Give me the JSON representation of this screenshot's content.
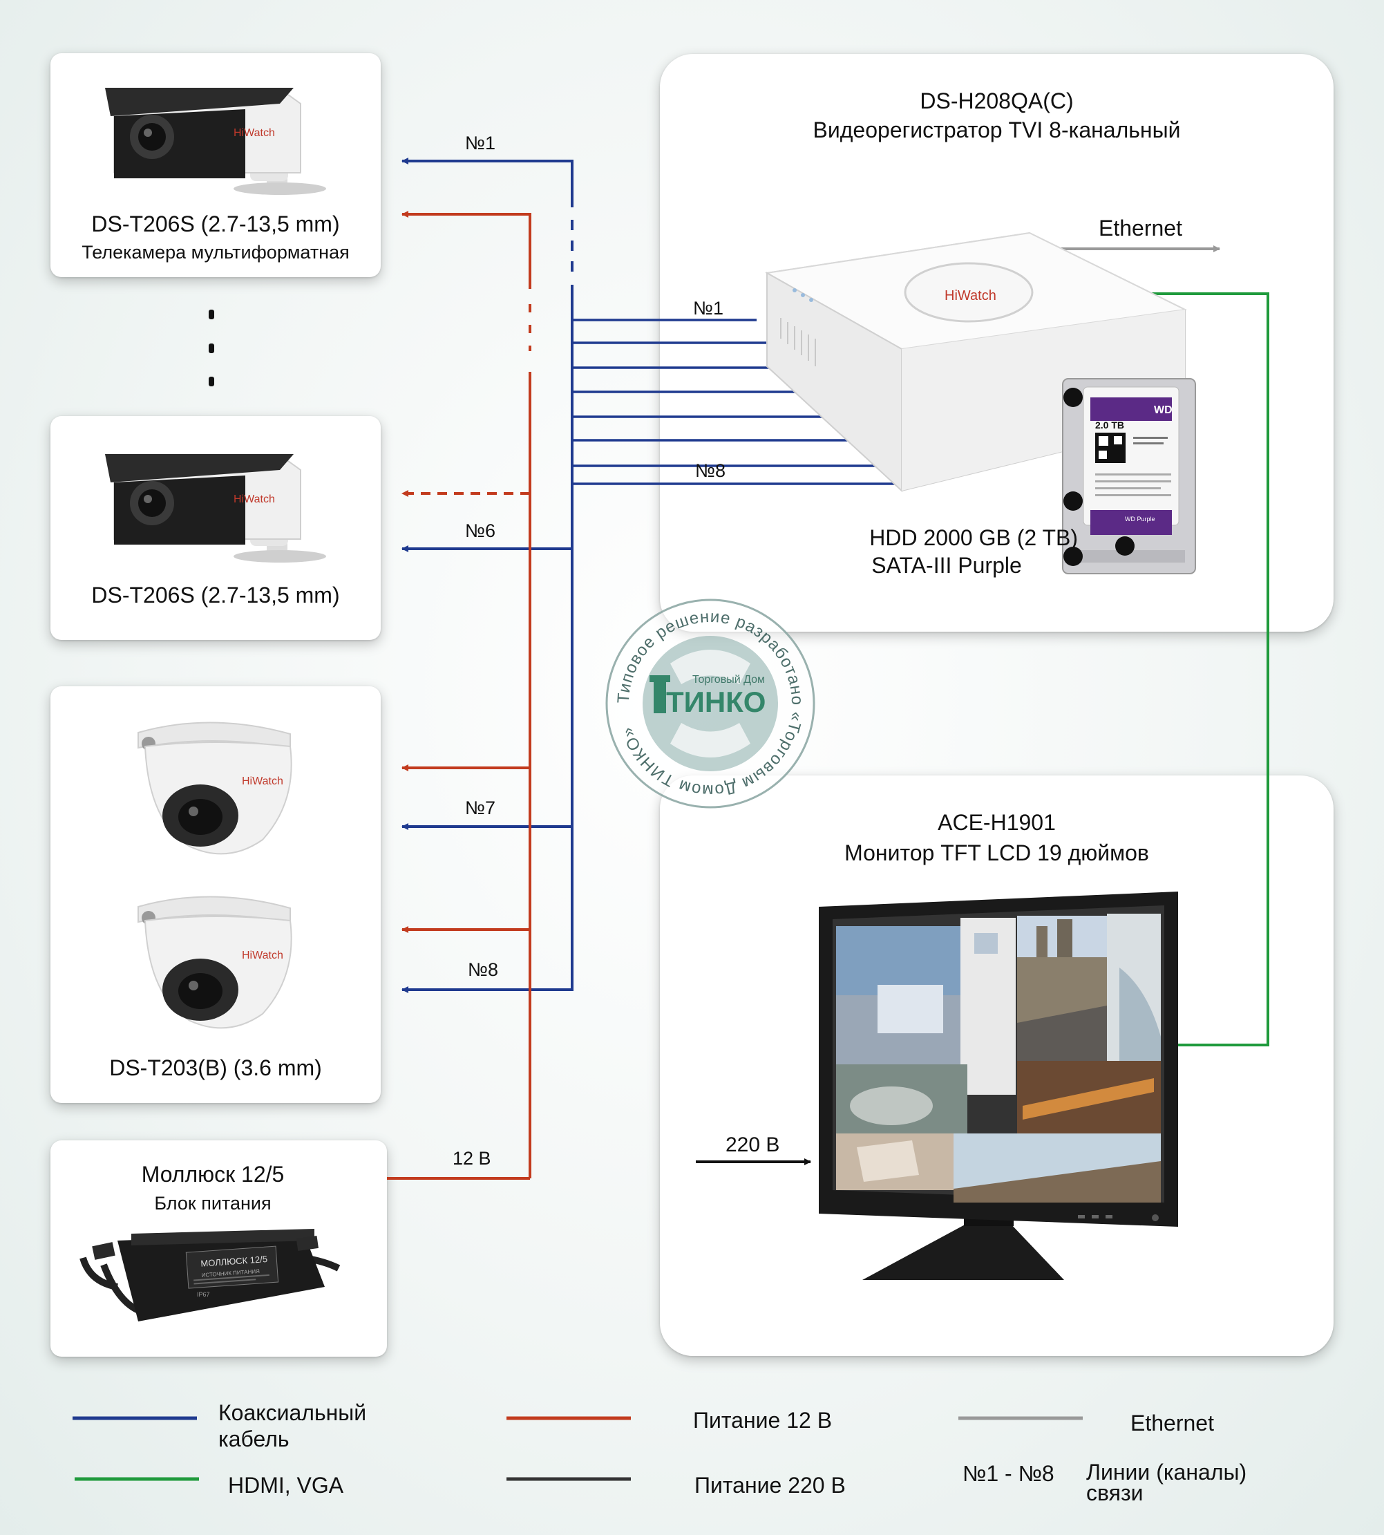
{
  "cameras": [
    {
      "model": "DS-T206S (2.7-13,5 mm)",
      "desc": "Телекамера мультиформатная",
      "brand": "HiWatch"
    },
    {
      "model": "DS-T206S (2.7-13,5 mm)",
      "brand": "HiWatch"
    },
    {
      "model": "DS-T203(B) (3.6 mm)",
      "brand": "HiWatch"
    }
  ],
  "power_supply": {
    "name": "Моллюск 12/5",
    "desc": "Блок питания",
    "plate": "МОЛЛЮСК 12/5",
    "plate_sub": "ИСТОЧНИК ПИТАНИЯ",
    "ip": "IP67"
  },
  "recorder": {
    "model": "DS-H208QA(C)",
    "desc": "Видеорегистратор TVI 8-канальный",
    "brand": "HiWatch",
    "ethernet": "Ethernet"
  },
  "hdd": {
    "line1": "HDD 2000 GB (2 TB)",
    "line2": "SATA-III Purple",
    "capacity": "2.0 TB",
    "brand": "WD",
    "series": "WD Purple"
  },
  "monitor": {
    "model": "ACE-H1901",
    "desc": "Монитор TFT LCD 19 дюймов",
    "input": "220 В"
  },
  "channels": {
    "left_1": "№1",
    "left_6": "№6",
    "left_7": "№7",
    "left_8": "№8",
    "dvr_1": "№1",
    "dvr_8": "№8",
    "power": "12 В"
  },
  "stamp": {
    "ring_text": "Типовое решение разработано «Торговым Домом ТИНКО»",
    "logo_small": "Торговый Дом",
    "logo": "ТИНКО"
  },
  "legend": [
    {
      "label": "Коаксиальный кабель",
      "line1": "Коаксиальный",
      "line2": "кабель",
      "color": "#1f3a8f"
    },
    {
      "label": "Питание 12 В",
      "color": "#c23b1e"
    },
    {
      "label": "Ethernet",
      "color": "#999999"
    },
    {
      "label": "HDMI, VGA",
      "color": "#1f9a3c"
    },
    {
      "label": "Питание 220 В",
      "color": "#333333"
    },
    {
      "key": "№1 - №8",
      "label": "Линии (каналы) связи",
      "line1": "Линии (каналы)",
      "line2": "связи"
    }
  ],
  "colors": {
    "coax": "#1f3a8f",
    "power12": "#c23b1e",
    "ethernet": "#999999",
    "hdmi": "#1f9a3c",
    "power220": "#111111",
    "hdd_purple": "#5b2a86"
  }
}
